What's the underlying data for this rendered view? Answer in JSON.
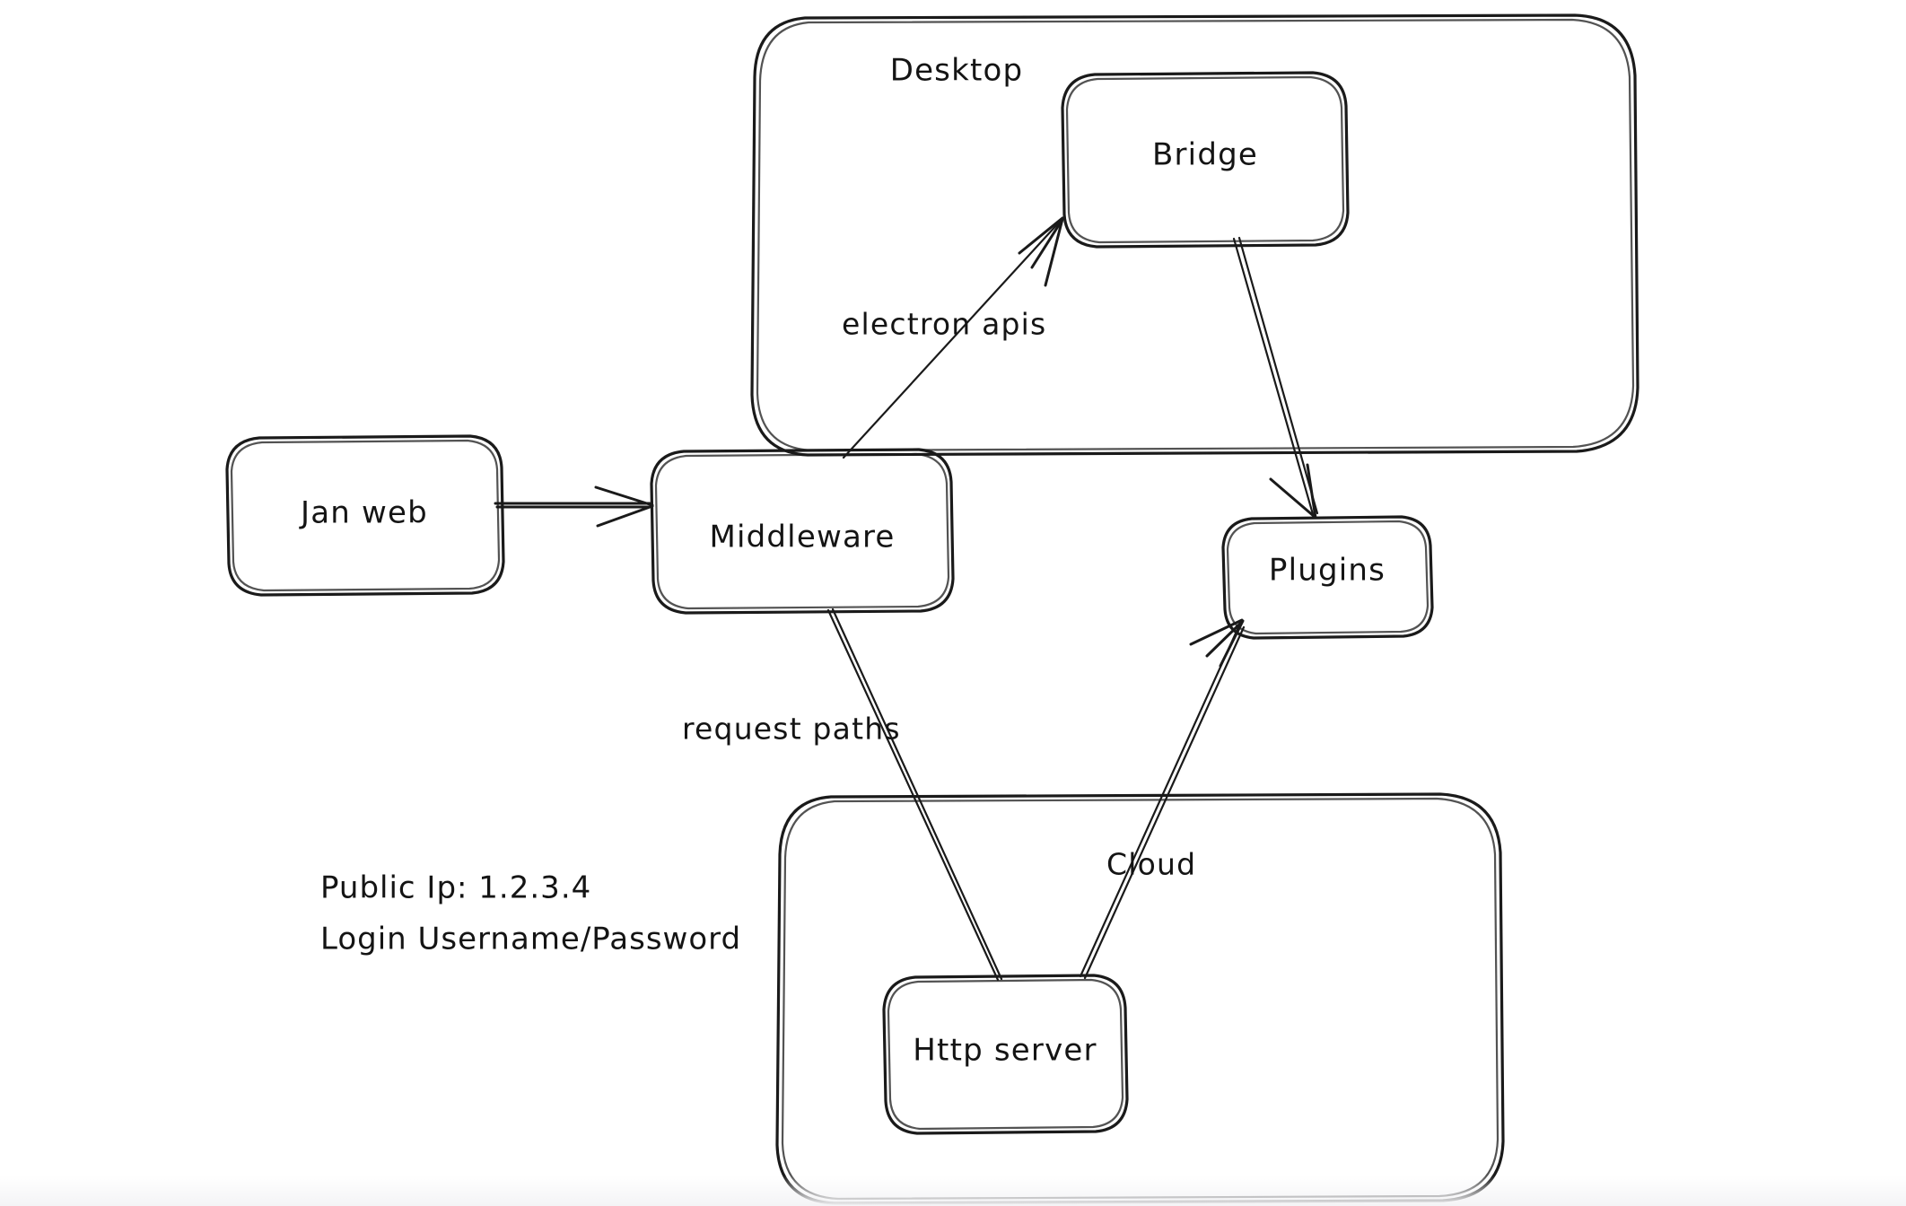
{
  "diagram": {
    "title_present": false,
    "style": "hand-drawn whiteboard architecture diagram",
    "stroke_color": "#1a1a1a",
    "background_color": "#ffffff",
    "groups": [
      {
        "id": "desktop",
        "label": "Desktop"
      },
      {
        "id": "cloud_container",
        "label": ""
      }
    ],
    "nodes": [
      {
        "id": "jan_web",
        "label": "Jan web"
      },
      {
        "id": "middleware",
        "label": "Middleware"
      },
      {
        "id": "bridge",
        "label": "Bridge"
      },
      {
        "id": "plugins",
        "label": "Plugins"
      },
      {
        "id": "http_server",
        "label": "Http server"
      }
    ],
    "edges": [
      {
        "id": "jan_to_middleware",
        "from": "jan_web",
        "to": "middleware",
        "label": ""
      },
      {
        "id": "middleware_to_bridge",
        "from": "middleware",
        "to": "bridge",
        "label": "electron apis"
      },
      {
        "id": "bridge_to_plugins",
        "from": "bridge",
        "to": "plugins",
        "label": ""
      },
      {
        "id": "middleware_to_http",
        "from": "middleware",
        "to": "http_server",
        "label": "request paths"
      },
      {
        "id": "http_to_plugins",
        "from": "http_server",
        "to": "plugins",
        "label": "Cloud"
      }
    ],
    "notes": [
      {
        "id": "public_ip",
        "text": "Public Ip: 1.2.3.4"
      },
      {
        "id": "login",
        "text": "Login Username/Password"
      }
    ]
  }
}
